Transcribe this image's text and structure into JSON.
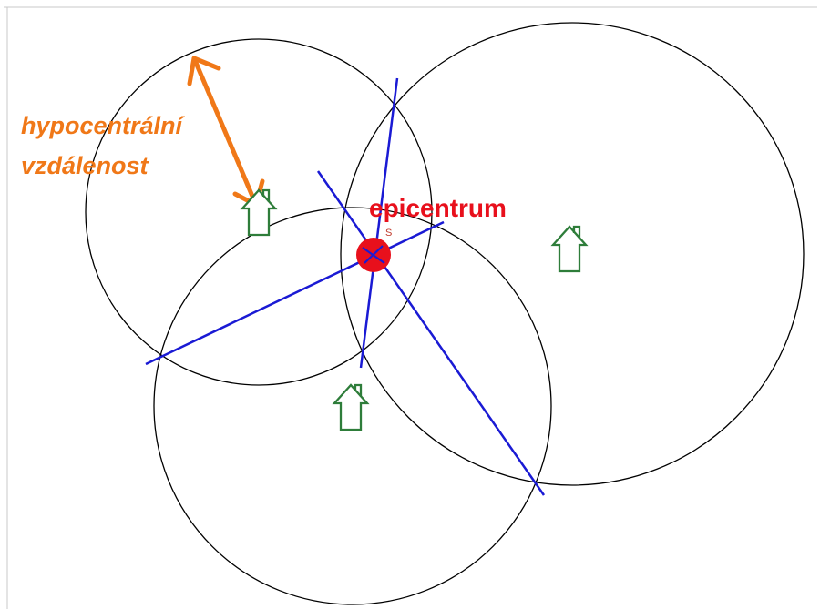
{
  "labels": {
    "distance_line1": "hypocentrální",
    "distance_line2": "vzdálenost",
    "epicenter": "epicentrum",
    "small_mark": "S"
  },
  "colors": {
    "circle": "#000000",
    "chord": "#1a1ad4",
    "arrow": "#f07818",
    "house": "#2e7d3a",
    "epicenter": "#e8101c",
    "frame": "#c8c8c8"
  },
  "icons": {
    "station": "house-icon",
    "epicenter": "epicenter-dot-icon",
    "distance": "double-arrow-icon"
  },
  "stations": [
    {
      "name": "station-upper-left"
    },
    {
      "name": "station-lower"
    },
    {
      "name": "station-right"
    }
  ]
}
